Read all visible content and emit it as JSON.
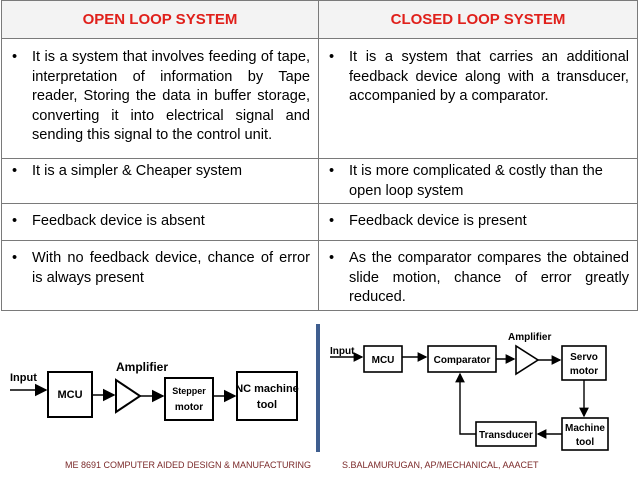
{
  "table": {
    "headers": [
      "OPEN LOOP SYSTEM",
      "CLOSED LOOP SYSTEM"
    ],
    "bullet": "•",
    "rows": [
      [
        "It is a system that involves feeding of tape, interpretation of information by Tape reader, Storing the data in buffer storage, converting it into electrical signal and sending this signal to the control unit.",
        "It is a system that carries an additional feedback device along with a transducer, accompanied by a comparator."
      ],
      [
        "It is a simpler & Cheaper system",
        "It is more complicated & costly than the open loop system"
      ],
      [
        "Feedback device is absent",
        "Feedback device is present"
      ],
      [
        "With no feedback device, chance of error is always present",
        "As the comparator compares the obtained slide motion, chance of error greatly reduced."
      ]
    ]
  },
  "open_loop_diagram": {
    "input": "Input",
    "mcu": "MCU",
    "amplifier": "Amplifier",
    "stepper_line1": "Stepper",
    "stepper_line2": "motor",
    "nc_line1": "NC machine",
    "nc_line2": "tool"
  },
  "closed_loop_diagram": {
    "input": "Input",
    "mcu": "MCU",
    "comparator": "Comparator",
    "amplifier": "Amplifier",
    "servo_line1": "Servo",
    "servo_line2": "motor",
    "transducer": "Transducer",
    "machine_line1": "Machine",
    "machine_line2": "tool"
  },
  "footer": {
    "left": "ME 8691 COMPUTER AIDED DESIGN & MANUFACTURING",
    "right": "S.BALAMURUGAN, AP/MECHANICAL, AAACET"
  }
}
